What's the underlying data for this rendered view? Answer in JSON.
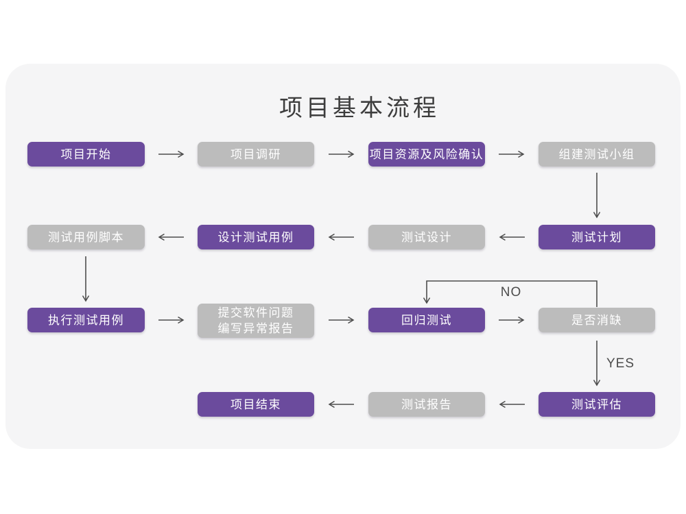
{
  "title": "项目基本流程",
  "nodes": [
    {
      "id": "project-start",
      "label": "项目开始",
      "variant": "purple"
    },
    {
      "id": "project-research",
      "label": "项目调研",
      "variant": "gray"
    },
    {
      "id": "resource-risk",
      "label": "项目资源及风险确认",
      "variant": "purple"
    },
    {
      "id": "build-test-team",
      "label": "组建测试小组",
      "variant": "gray"
    },
    {
      "id": "test-plan",
      "label": "测试计划",
      "variant": "purple"
    },
    {
      "id": "test-design",
      "label": "测试设计",
      "variant": "gray"
    },
    {
      "id": "design-test-cases",
      "label": "设计测试用例",
      "variant": "purple"
    },
    {
      "id": "test-case-script",
      "label": "测试用例脚本",
      "variant": "gray"
    },
    {
      "id": "execute-test-cases",
      "label": "执行测试用例",
      "variant": "purple"
    },
    {
      "id": "submit-issues",
      "label": "提交软件问题\n编写异常报告",
      "variant": "gray"
    },
    {
      "id": "regression-test",
      "label": "回归测试",
      "variant": "purple"
    },
    {
      "id": "defect-cleared",
      "label": "是否消缺",
      "variant": "gray"
    },
    {
      "id": "test-evaluation",
      "label": "测试评估",
      "variant": "purple"
    },
    {
      "id": "test-report",
      "label": "测试报告",
      "variant": "gray"
    },
    {
      "id": "project-end",
      "label": "项目结束",
      "variant": "purple"
    }
  ],
  "edges": [
    {
      "from": "project-start",
      "to": "project-research"
    },
    {
      "from": "project-research",
      "to": "resource-risk"
    },
    {
      "from": "resource-risk",
      "to": "build-test-team"
    },
    {
      "from": "build-test-team",
      "to": "test-plan"
    },
    {
      "from": "test-plan",
      "to": "test-design"
    },
    {
      "from": "test-design",
      "to": "design-test-cases"
    },
    {
      "from": "design-test-cases",
      "to": "test-case-script"
    },
    {
      "from": "test-case-script",
      "to": "execute-test-cases"
    },
    {
      "from": "execute-test-cases",
      "to": "submit-issues"
    },
    {
      "from": "submit-issues",
      "to": "regression-test"
    },
    {
      "from": "regression-test",
      "to": "defect-cleared"
    },
    {
      "from": "defect-cleared",
      "to": "regression-test",
      "label": "NO"
    },
    {
      "from": "defect-cleared",
      "to": "test-evaluation",
      "label": "YES"
    },
    {
      "from": "test-evaluation",
      "to": "test-report"
    },
    {
      "from": "test-report",
      "to": "project-end"
    }
  ],
  "edge_labels": {
    "no": "NO",
    "yes": "YES"
  },
  "colors": {
    "node_purple": "#6B4B9D",
    "node_gray": "#BCBCBC",
    "node_text": "#FFFFFF",
    "card_background": "#F5F5F6",
    "page_background": "#FFFFFF",
    "arrow": "#4C4C4C",
    "title_text": "#3D3D3D"
  }
}
